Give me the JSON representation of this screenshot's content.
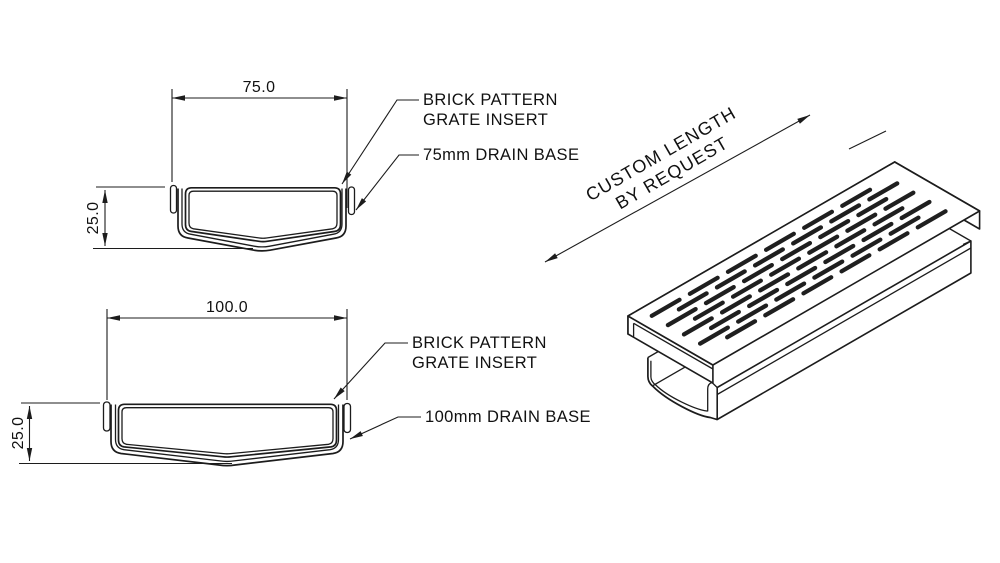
{
  "page": {
    "background": "#ffffff",
    "line_color": "#1c1c1c",
    "text_color": "#111111"
  },
  "section_75": {
    "width_dim": "75.0",
    "height_dim": "25.0",
    "grate_label_line1": "BRICK PATTERN",
    "grate_label_line2": "GRATE INSERT",
    "base_label": "75mm DRAIN BASE"
  },
  "section_100": {
    "width_dim": "100.0",
    "height_dim": "25.0",
    "grate_label_line1": "BRICK PATTERN",
    "grate_label_line2": "GRATE INSERT",
    "base_label": "100mm DRAIN BASE"
  },
  "isometric": {
    "length_note_line1": "CUSTOM LENGTH",
    "length_note_line2": "BY REQUEST"
  }
}
